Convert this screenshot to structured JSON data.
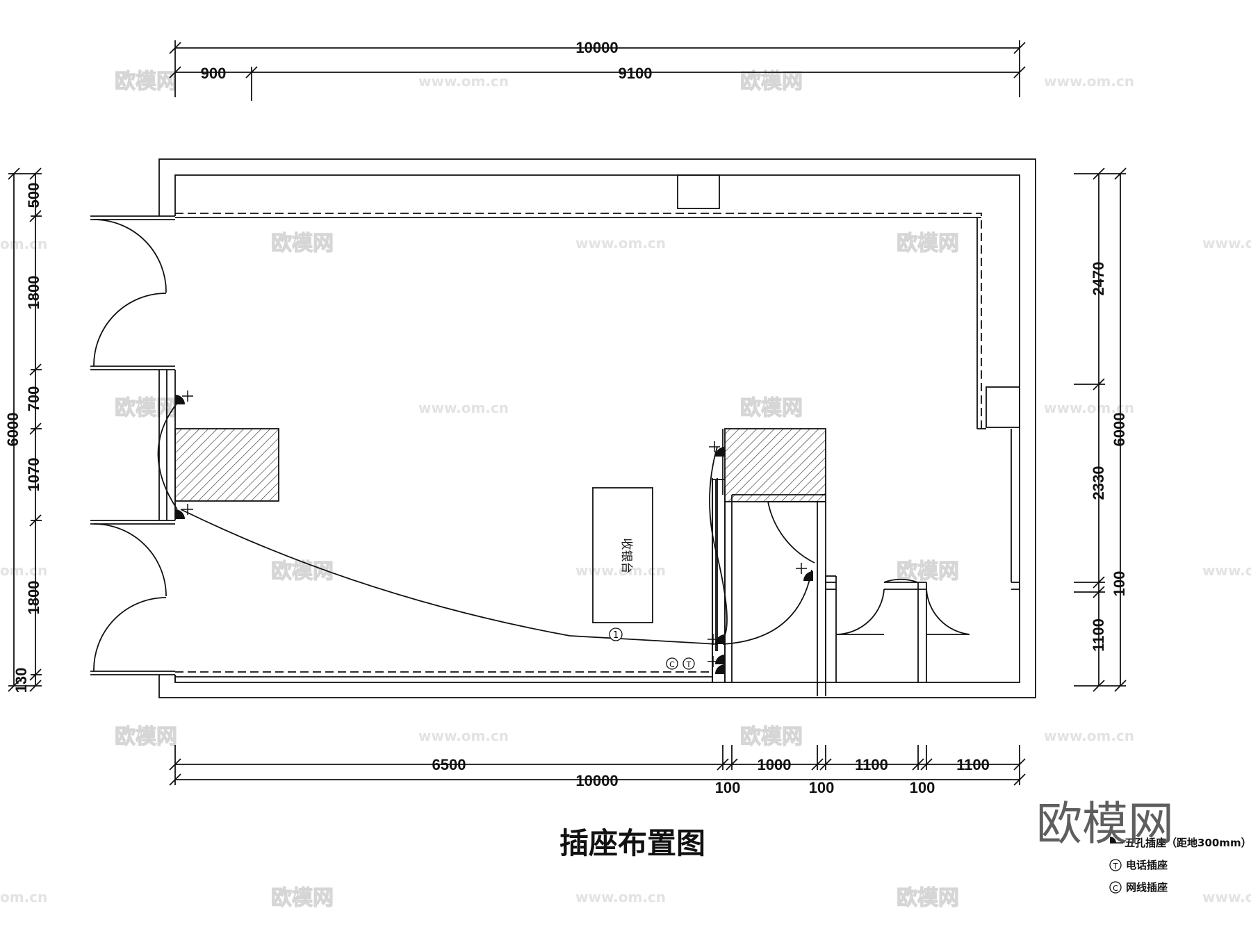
{
  "title": "插座布置图",
  "watermark": {
    "text": "欧模网",
    "url": "www.om.cn",
    "url_fragment": "om.cn",
    "big_logo": "欧模网"
  },
  "dimensions": {
    "top_total": "10000",
    "top_left": "900",
    "top_right": "9100",
    "left_total": "6000",
    "left_segments": [
      "500",
      "1800",
      "700",
      "1070",
      "1800",
      "130"
    ],
    "right_total": "6000",
    "right_segments": [
      "2470",
      "2330",
      "100",
      "1100"
    ],
    "bottom_segments": [
      "6500",
      "1000",
      "1100",
      "1100"
    ],
    "bottom_small": [
      "100",
      "100",
      "100"
    ],
    "bottom_total": "10000"
  },
  "room_labels": {
    "cashier": "收银台"
  },
  "socket_marks": {
    "phone": "T",
    "network": "C",
    "circuit": "1"
  },
  "legend": {
    "items": [
      {
        "symbol": "five-hole-socket",
        "label": "五孔插座（距地300mm）"
      },
      {
        "symbol": "T",
        "label": "电话插座"
      },
      {
        "symbol": "C",
        "label": "网线插座"
      }
    ]
  },
  "colors": {
    "line": "#111111",
    "watermark": "#d6d6d6",
    "hatch": "#333333"
  }
}
